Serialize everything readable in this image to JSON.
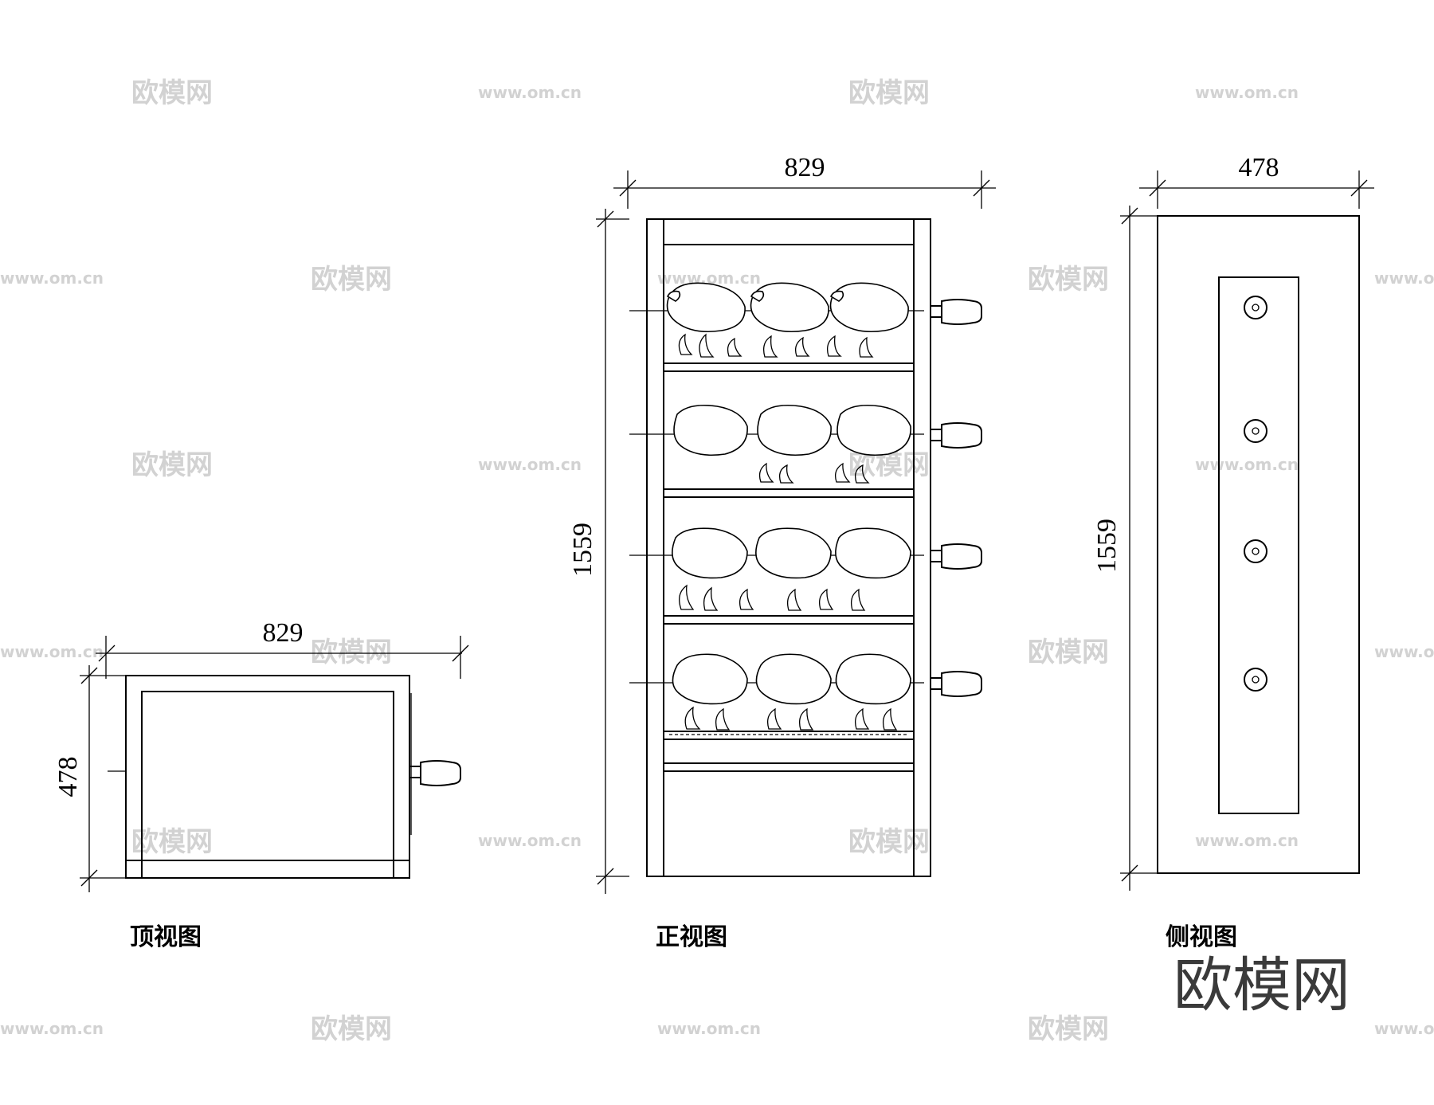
{
  "watermarks": {
    "logo_text": "欧模网",
    "url_text": "www.om.cn"
  },
  "brand": {
    "logo": "欧模网"
  },
  "top_view": {
    "title": "顶视图",
    "width_label": "829",
    "depth_label": "478"
  },
  "front_view": {
    "title": "正视图",
    "width_label": "829",
    "height_label": "1559"
  },
  "side_view": {
    "title": "侧视图",
    "width_label": "478",
    "height_label": "1559"
  }
}
